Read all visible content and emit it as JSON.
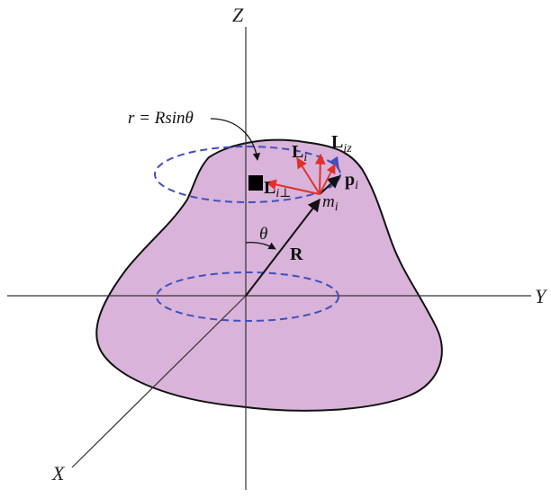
{
  "diagram": {
    "axes": {
      "z": "Z",
      "y": "Y",
      "x": "X"
    },
    "labels": {
      "formula": "r = Rsinθ",
      "theta": "θ",
      "R": "R",
      "L_iz_main": "L",
      "L_iz_sub": "iz",
      "L_i_main": "L",
      "L_i_sub": "i",
      "p_i_main": "p",
      "p_i_sub": "i",
      "m_i_main": "m",
      "m_i_sub": "i",
      "L_iperp_main": "L",
      "L_iperp_sub": "i⊥"
    },
    "colors": {
      "body_fill": "#d9b3d9",
      "outline": "#111111",
      "axis": "#333333",
      "orbit_dash": "#3f4fbf",
      "angular_momentum_vectors": "#e0302a",
      "mass_element": "#000000"
    }
  }
}
